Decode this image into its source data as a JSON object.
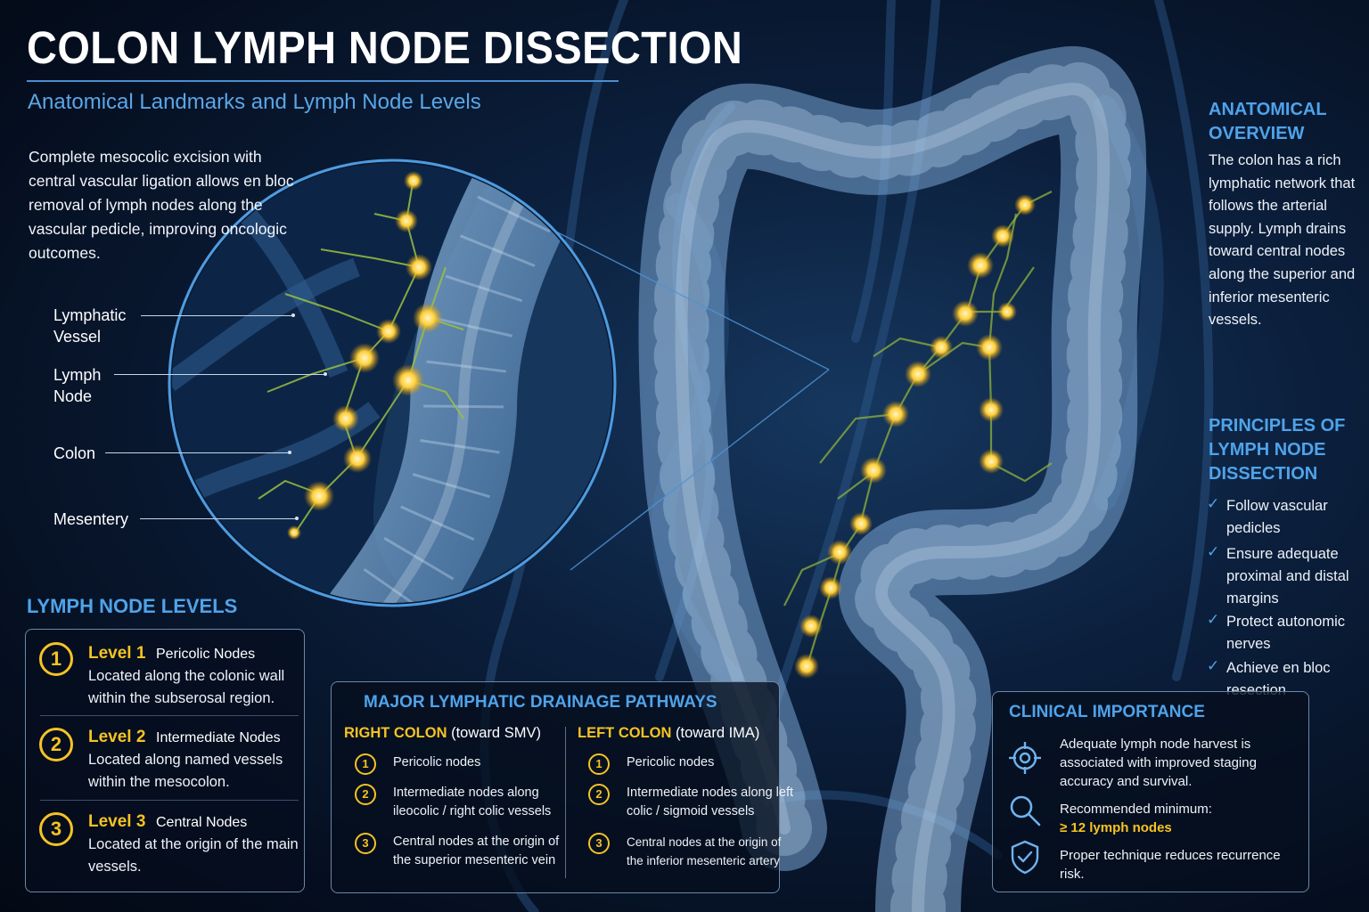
{
  "header": {
    "title": "COLON LYMPH NODE DISSECTION",
    "subtitle": "Anatomical Landmarks and Lymph Node Levels"
  },
  "intro": "Complete mesocolic excision with central vascular ligation allows en bloc removal of lymph nodes along the vascular pedicle, improving oncologic outcomes.",
  "callouts": [
    {
      "label": "Lymphatic Vessel"
    },
    {
      "label": "Lymph Node"
    },
    {
      "label": "Colon"
    },
    {
      "label": "Mesentery"
    }
  ],
  "lymph_node_levels": {
    "heading": "LYMPH NODE LEVELS",
    "levels": [
      {
        "number": "1",
        "name": "Level 1",
        "type": "Pericolic Nodes",
        "description": "Located along the colonic wall within the subserosal region."
      },
      {
        "number": "2",
        "name": "Level 2",
        "type": "Intermediate Nodes",
        "description": "Located along named vessels within the mesocolon."
      },
      {
        "number": "3",
        "name": "Level 3",
        "type": "Central Nodes",
        "description": "Located at the origin of the main vessels."
      }
    ]
  },
  "drainage": {
    "title": "MAJOR LYMPHATIC DRAINAGE PATHWAYS",
    "right": {
      "name": "RIGHT COLON",
      "direction": "(toward SMV)",
      "items": [
        {
          "number": "1",
          "text": "Pericolic nodes"
        },
        {
          "number": "2",
          "text": "Intermediate nodes along ileocolic / right colic vessels"
        },
        {
          "number": "3",
          "text": "Central nodes at the origin of the superior mesenteric vein"
        }
      ]
    },
    "left": {
      "name": "LEFT COLON",
      "direction": "(toward IMA)",
      "items": [
        {
          "number": "1",
          "text": "Pericolic nodes"
        },
        {
          "number": "2",
          "text": "Intermediate nodes along left colic / sigmoid vessels"
        },
        {
          "number": "3",
          "text": "Central nodes at the origin of the inferior mesenteric artery"
        }
      ]
    }
  },
  "overview": {
    "heading": "ANATOMICAL OVERVIEW",
    "text": "The colon has a rich lymphatic network that follows the arterial supply. Lymph drains toward central nodes along the superior and inferior mesenteric vessels."
  },
  "principles": {
    "heading": "PRINCIPLES OF LYMPH NODE DISSECTION",
    "items": [
      {
        "check": "✓",
        "text": "Follow vascular pedicles"
      },
      {
        "check": "✓",
        "text": "Ensure adequate proximal and distal margins"
      },
      {
        "check": "✓",
        "text": "Protect autonomic nerves"
      },
      {
        "check": "✓",
        "text": "Achieve en bloc resection"
      }
    ]
  },
  "clinical": {
    "title": "CLINICAL IMPORTANCE",
    "items": [
      {
        "icon": "target-icon",
        "text": "Adequate lymph node harvest is associated with improved staging accuracy and survival."
      },
      {
        "icon": "magnifier-icon",
        "text": "Recommended minimum:",
        "highlight": "≥ 12 lymph nodes"
      },
      {
        "icon": "shield-check-icon",
        "text": "Proper technique reduces recurrence risk."
      }
    ]
  },
  "colors": {
    "accent_blue": "#4fa3ea",
    "accent_gold": "#f6c323",
    "background": "#0b1f3c"
  }
}
